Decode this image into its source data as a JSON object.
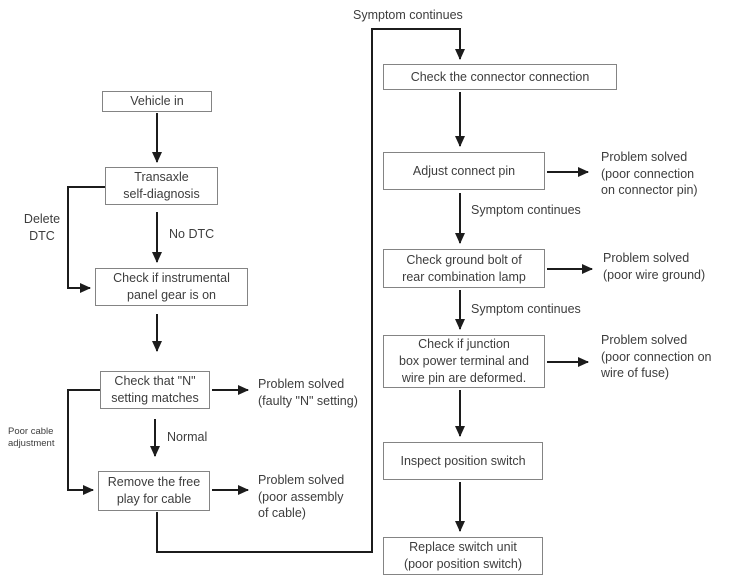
{
  "flowchart": {
    "nodes": {
      "vehicle_in": "Vehicle in",
      "transaxle": "Transaxle\nself-diagnosis",
      "panel_gear": "Check if instrumental\npanel gear is on",
      "n_setting": "Check that \"N\"\nsetting matches",
      "free_play": "Remove the free\nplay for cable",
      "connector": "Check the connector connection",
      "adjust_pin": "Adjust connect pin",
      "ground_bolt": "Check ground bolt of\nrear combination lamp",
      "junction": "Check if junction\nbox power terminal and\nwire pin are deformed.",
      "inspect": "Inspect position switch",
      "replace": "Replace switch unit\n(poor position switch)"
    },
    "labels": {
      "symptom_top": "Symptom continues",
      "delete_dtc": "Delete\nDTC",
      "no_dtc": "No DTC",
      "normal": "Normal",
      "poor_cable": "Poor cable\nadjustment",
      "symptom_after_pin": "Symptom continues",
      "symptom_after_ground": "Symptom continues",
      "solved_n": "Problem solved\n(faulty \"N\" setting)",
      "solved_cable": "Problem solved\n(poor assembly\nof cable)",
      "solved_pin": "Problem solved\n(poor connection\non connector pin)",
      "solved_ground": "Problem solved\n(poor wire ground)",
      "solved_fuse": "Problem solved\n(poor connection on\nwire of fuse)"
    },
    "colors": {
      "background": "#ffffff",
      "box_border": "#848484",
      "text": "#3d3d3d",
      "line": "#1c1c1c"
    }
  }
}
